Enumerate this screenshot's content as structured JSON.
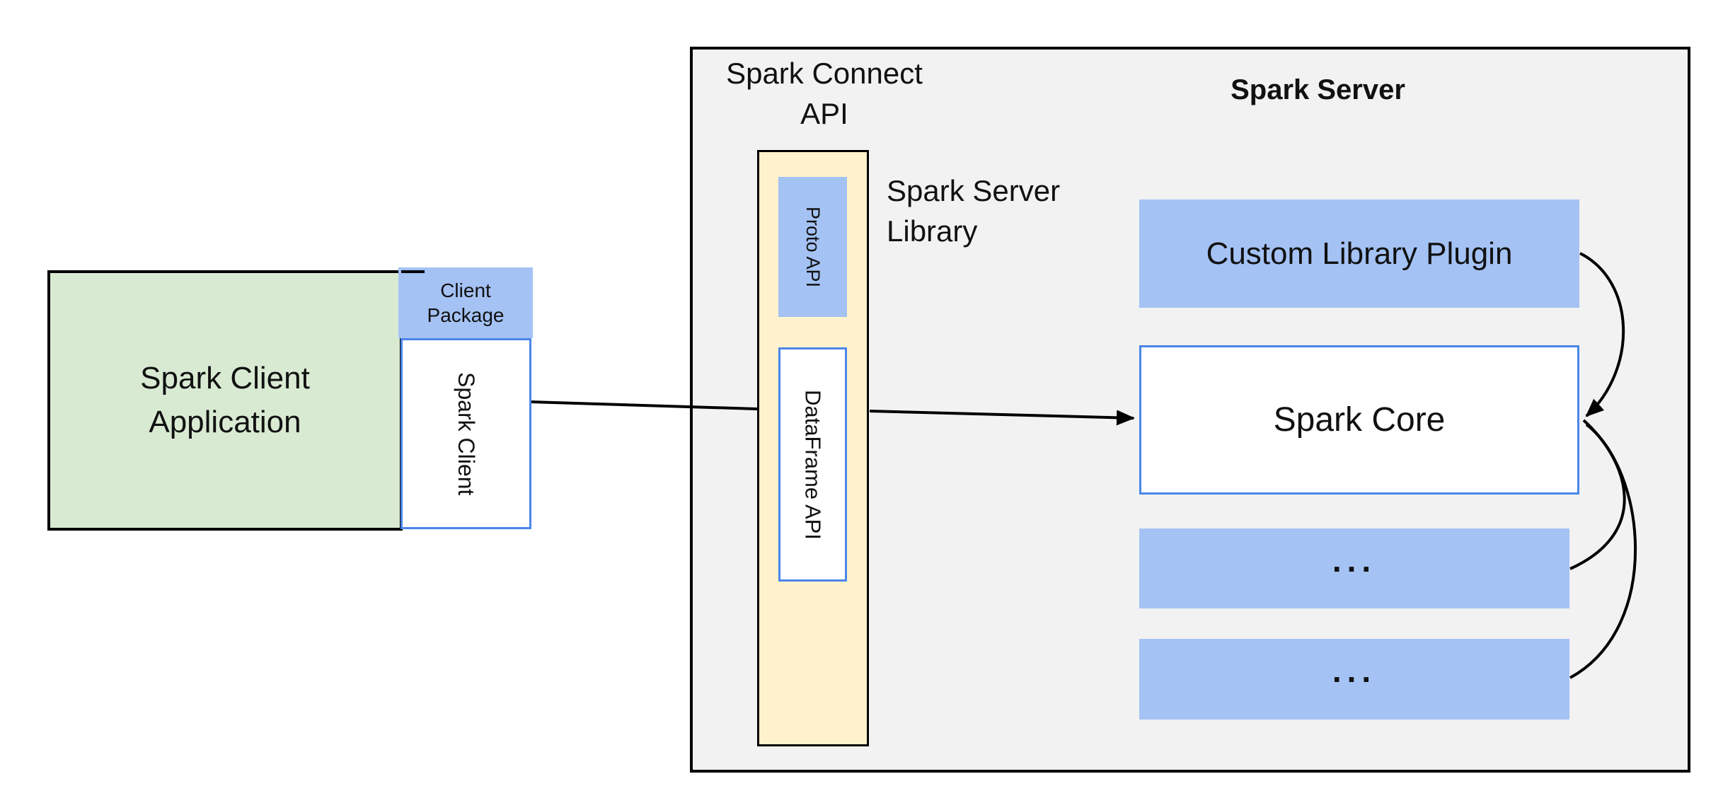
{
  "diagram": {
    "client": {
      "app_label": "Spark Client Application",
      "package_label": "Client Package",
      "client_label": "Spark Client"
    },
    "connect": {
      "api_label": "Spark Connect API",
      "proto_label": "Proto API",
      "dataframe_label": "DataFrame API",
      "server_library_label": "Spark Server Library"
    },
    "server": {
      "title": "Spark Server",
      "plugin_label": "Custom Library Plugin",
      "core_label": "Spark Core",
      "ellipsis1": "...",
      "ellipsis2": "..."
    },
    "colors": {
      "green_fill": "#d9ead3",
      "blue_fill": "#a4c2f4",
      "yellow_fill": "#fff2cc",
      "gray_fill": "#f2f2f2",
      "blue_border": "#4a86e8",
      "line_black": "#000000"
    }
  }
}
